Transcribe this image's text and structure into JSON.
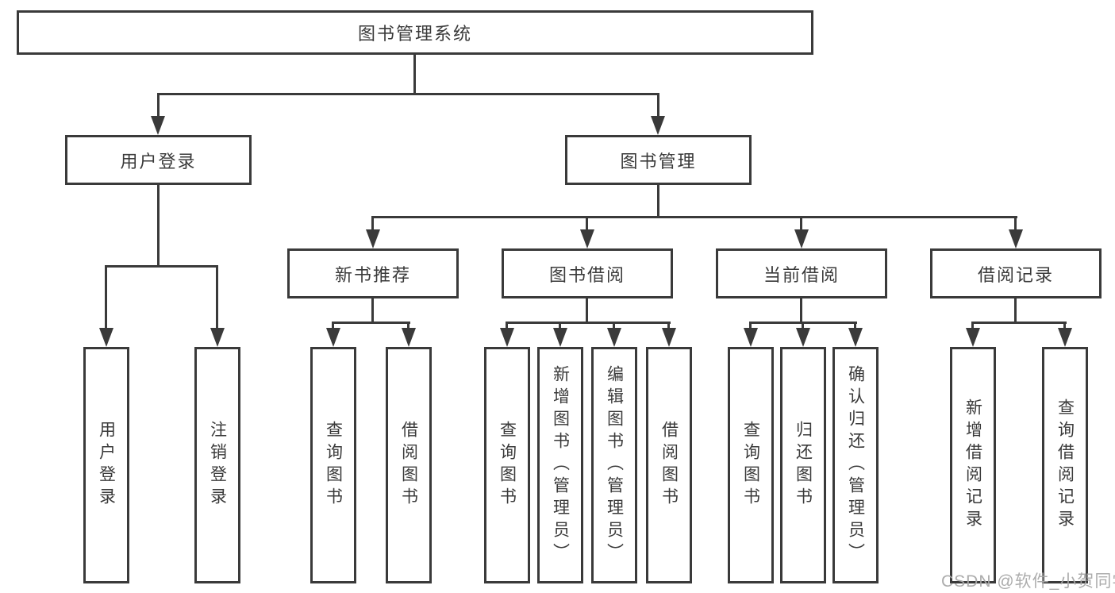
{
  "diagram": {
    "root": {
      "label": "图书管理系统"
    },
    "level2": [
      {
        "label": "用户登录"
      },
      {
        "label": "图书管理"
      }
    ],
    "level3": [
      {
        "label": "新书推荐"
      },
      {
        "label": "图书借阅"
      },
      {
        "label": "当前借阅"
      },
      {
        "label": "借阅记录"
      }
    ],
    "leaves": [
      {
        "label": "用户登录"
      },
      {
        "label": "注销登录"
      },
      {
        "label": "查询图书"
      },
      {
        "label": "借阅图书"
      },
      {
        "label": "查询图书"
      },
      {
        "label": "新增图书（管理员）"
      },
      {
        "label": "编辑图书（管理员）"
      },
      {
        "label": "借阅图书"
      },
      {
        "label": "查询图书"
      },
      {
        "label": "归还图书"
      },
      {
        "label": "确认归还（管理员）"
      },
      {
        "label": "新增借阅记录"
      },
      {
        "label": "查询借阅记录"
      }
    ],
    "watermark": {
      "text": "CSDN @软件_小贺同学"
    },
    "colors": {
      "ink": "#3a3a3a",
      "background": "#ffffff",
      "watermark": "#a8a8a8"
    }
  }
}
